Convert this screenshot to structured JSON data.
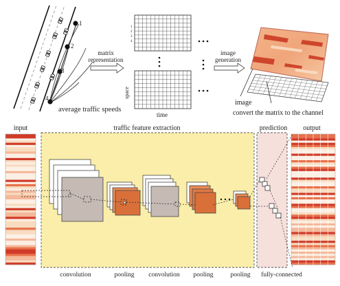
{
  "top": {
    "road": {
      "caption": "average traffic speeds",
      "points": [
        "1",
        "2",
        "3",
        "4"
      ]
    },
    "arrow1_label": [
      "matrix",
      "representation"
    ],
    "matrix": {
      "row_labels": [
        "1",
        "2",
        "3",
        "4"
      ],
      "axis_space": "space",
      "axis_time": "time"
    },
    "arrow2_label": [
      "image",
      "generation"
    ],
    "image_label": "image",
    "channel_label": "convert the matrix to the channel"
  },
  "bottom": {
    "headers": {
      "input": "input",
      "extraction": "traffic feature extraction",
      "prediction": "prediction",
      "output": "output"
    },
    "stages": {
      "conv1": "convolution",
      "pool1": "pooling",
      "conv2": "convolution",
      "pool2": "pooling",
      "pool3": "pooling",
      "fc": "fully-connected"
    }
  },
  "colors": {
    "feature_panel": "#faeeaa",
    "prediction_panel": "#f6e0dc",
    "pool_orange": "#d9703a",
    "conv_gray": "#c5bab4",
    "heat_red": "#d03a28",
    "heat_light": "#f8dcc0"
  }
}
